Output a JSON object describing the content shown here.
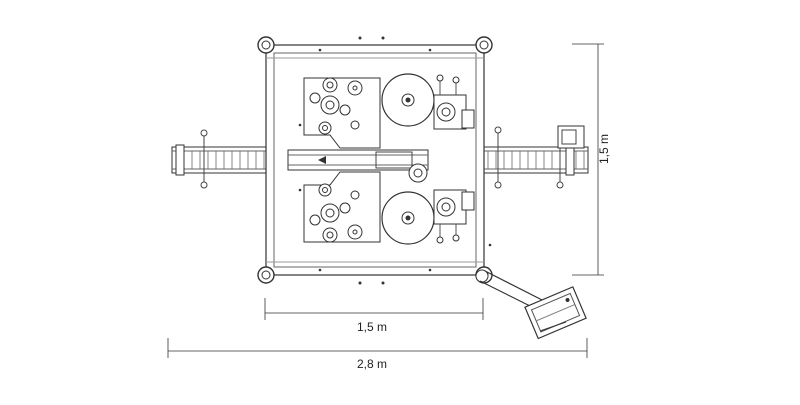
{
  "dimensions": {
    "inner_width": "1,5 m",
    "total_width": "2,8 m",
    "height": "1,5 m"
  },
  "colors": {
    "line": "#333333",
    "light_line": "#8a8a8a",
    "background": "#ffffff"
  },
  "icons": [
    "labeling-station-icon",
    "conveyor-belt-icon",
    "label-reel-icon",
    "control-panel-icon"
  ]
}
